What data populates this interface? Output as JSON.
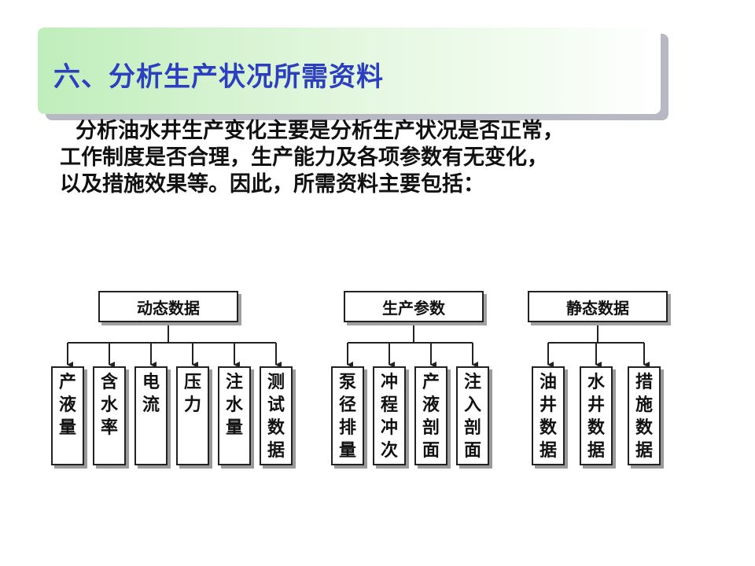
{
  "title": "六、分析生产状况所需资料",
  "intro": [
    "分析油水井生产变化主要是分析生产状况是否正常，",
    "工作制度是否合理，生产能力及各项参数有无变化，",
    "以及措施效果等。因此，所需资料主要包括："
  ],
  "groups": [
    {
      "label": "动态数据",
      "items": [
        "产液量",
        "含水率",
        "电流",
        "压力",
        "注水量",
        "测试数据"
      ]
    },
    {
      "label": "生产参数",
      "items": [
        "泵径排量",
        "冲程冲次",
        "产液剖面",
        "注入剖面"
      ]
    },
    {
      "label": "静态数据",
      "items": [
        "油井数据",
        "水井数据",
        "措施数据"
      ]
    }
  ]
}
